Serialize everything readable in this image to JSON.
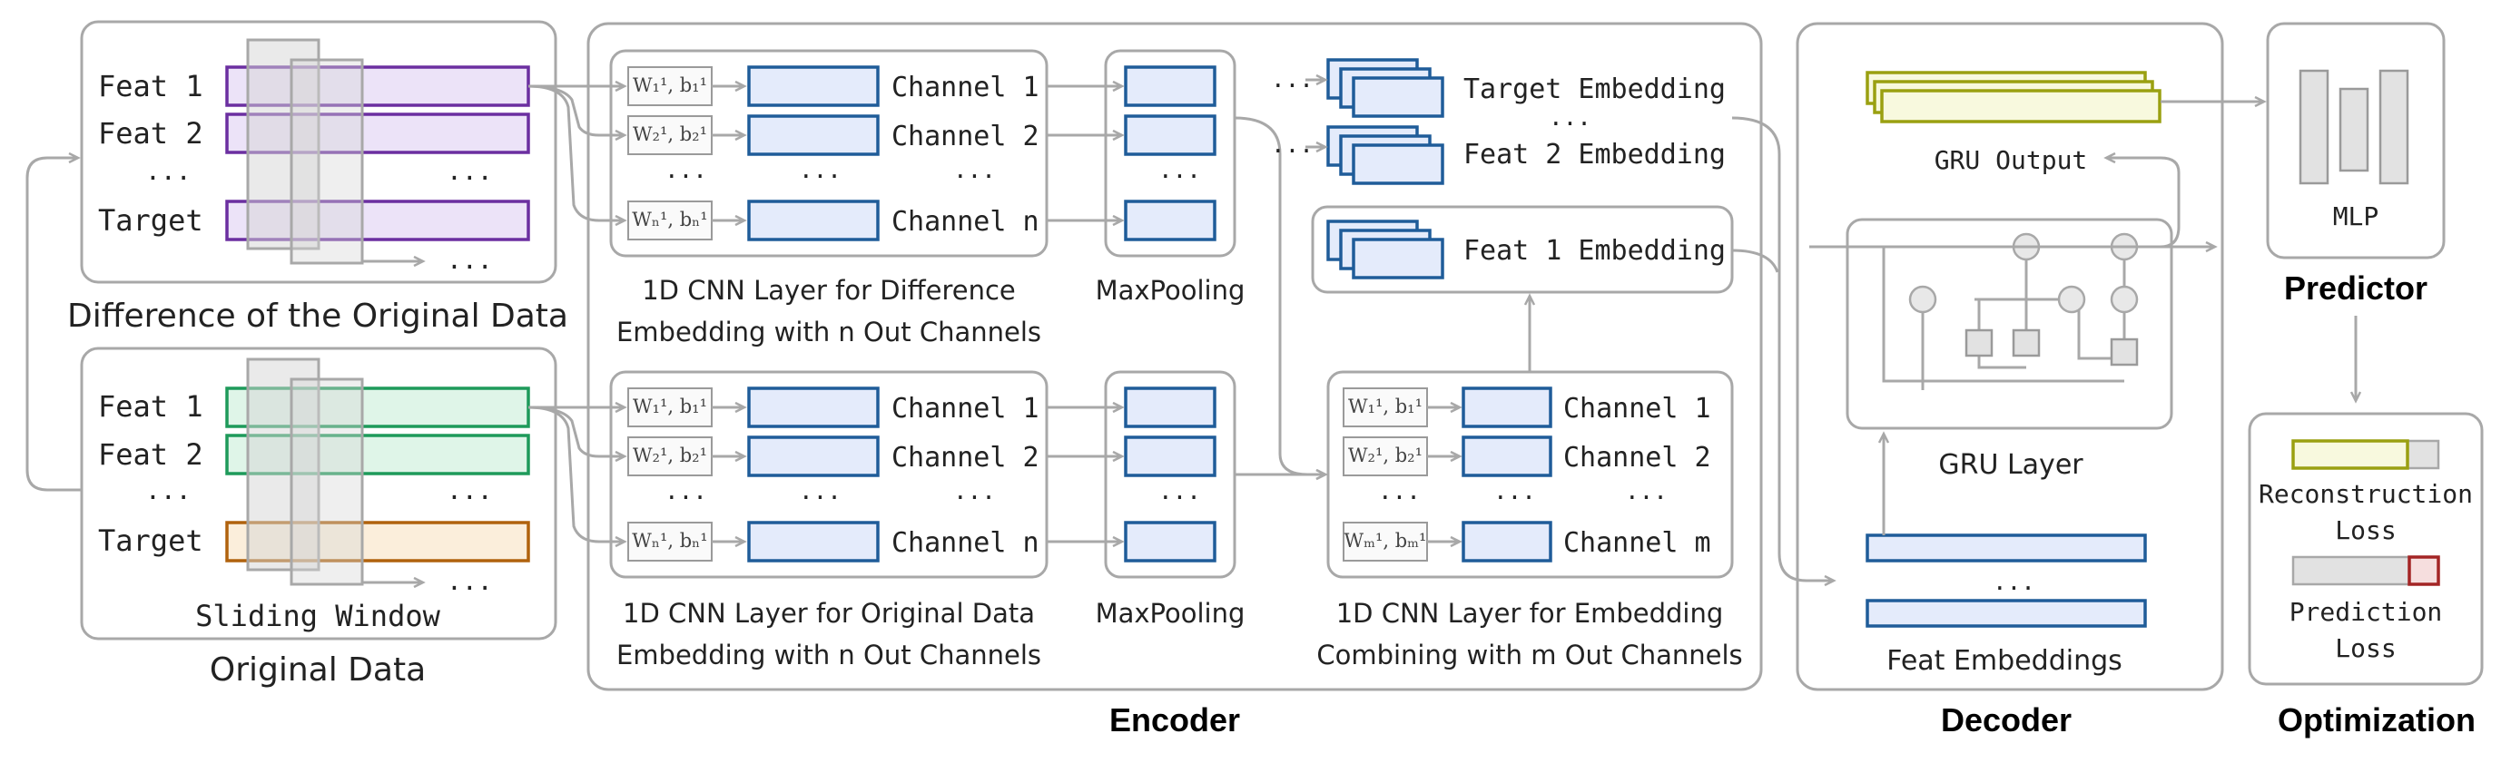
{
  "input": {
    "diff_rows": [
      "Feat 1",
      "Feat 2",
      "...",
      "Target"
    ],
    "diff_row_ellipsis": "...",
    "diff_after": "...",
    "diff_title": "Difference of the Original Data",
    "orig_rows": [
      "Feat 1",
      "Feat 2",
      "...",
      "Target"
    ],
    "orig_row_ellipsis": "...",
    "orig_after": "...",
    "sliding_window": "Sliding Window",
    "orig_title": "Original Data"
  },
  "encoder": {
    "cnn_diff": {
      "weights": [
        "W₁¹, b₁¹",
        "W₂¹, b₂¹",
        "Wₙ¹, bₙ¹"
      ],
      "channels": [
        "Channel 1",
        "Channel 2",
        "Channel n"
      ],
      "ellipsis": "...",
      "caption1": "1D CNN Layer for Difference",
      "caption2": "Embedding with n Out Channels"
    },
    "cnn_orig": {
      "weights": [
        "W₁¹, b₁¹",
        "W₂¹, b₂¹",
        "Wₙ¹, bₙ¹"
      ],
      "channels": [
        "Channel 1",
        "Channel 2",
        "Channel n"
      ],
      "ellipsis": "...",
      "caption1": "1D CNN Layer for Original Data",
      "caption2": "Embedding with n Out Channels"
    },
    "maxpool_top": "MaxPooling",
    "maxpool_bottom": "MaxPooling",
    "maxpool_ellipsis": "...",
    "cnn_comb": {
      "weights": [
        "W₁¹, b₁¹",
        "W₂¹, b₂¹",
        "Wₘ¹, bₘ¹"
      ],
      "channels": [
        "Channel 1",
        "Channel 2",
        "Channel m"
      ],
      "ellipsis": "...",
      "caption1": "1D CNN Layer for Embedding",
      "caption2": "Combining with m Out Channels"
    },
    "embeddings": {
      "target": "Target Embedding",
      "ellipsis": "...",
      "feat2": "Feat 2 Embedding",
      "feat1": "Feat 1 Embedding",
      "dots1": "...",
      "dots2": "..."
    },
    "title": "Encoder"
  },
  "decoder": {
    "gru_output": "GRU Output",
    "gru_layer": "GRU Layer",
    "feat_embeddings": "Feat Embeddings",
    "ellipsis": "...",
    "title": "Decoder"
  },
  "predictor": {
    "mlp": "MLP",
    "title": "Predictor"
  },
  "optimization": {
    "reconstruction1": "Reconstruction",
    "reconstruction2": "Loss",
    "prediction1": "Prediction",
    "prediction2": "Loss",
    "title": "Optimization"
  },
  "colors": {
    "diff_feature": "#6b2fa0",
    "orig_feature": "#1e9a5a",
    "target_orig": "#b0620d",
    "embedding": "#1f5c99",
    "gru_output": "#9aa011",
    "prediction_loss": "#a32525"
  }
}
